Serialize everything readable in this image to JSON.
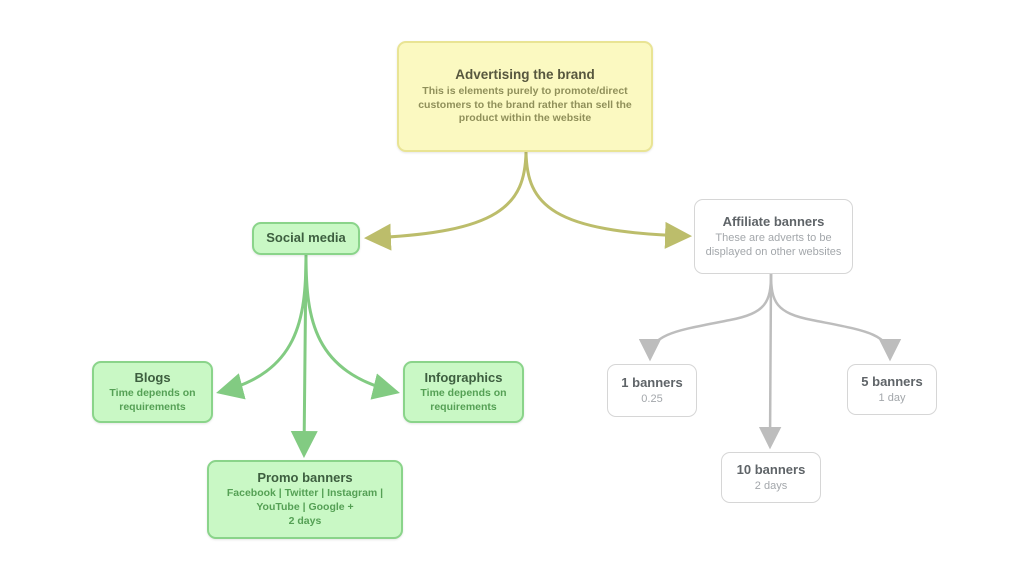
{
  "diagram": {
    "type": "mindmap-flowchart",
    "background": "#ffffff"
  },
  "nodes": {
    "advertising": {
      "title": "Advertising the brand",
      "subtitle": "This is elements purely to promote/direct customers to the brand rather than sell the product within the website"
    },
    "social_media": {
      "title": "Social media"
    },
    "affiliate_banners": {
      "title": "Affiliate banners",
      "subtitle": "These are adverts to be displayed on other websites"
    },
    "blogs": {
      "title": "Blogs",
      "subtitle": "Time depends on requirements"
    },
    "infographics": {
      "title": "Infographics",
      "subtitle": "Time depends on requirements"
    },
    "promo_banners": {
      "title": "Promo banners",
      "subtitle": "Facebook | Twitter | Instagram | YouTube | Google +",
      "duration": "2 days"
    },
    "banners_1": {
      "title": "1 banners",
      "subtitle": "0.25"
    },
    "banners_10": {
      "title": "10 banners",
      "subtitle": "2 days"
    },
    "banners_5": {
      "title": "5 banners",
      "subtitle": "1 day"
    }
  },
  "colors": {
    "yellow_node_fill": "#fbf9c1",
    "yellow_node_border": "#e9e494",
    "green_node_fill": "#c9f8c5",
    "green_node_border": "#8ad48a",
    "gray_node_border": "#d6d6d6",
    "olive_connector": "#bcbd6b",
    "green_connector": "#82cb82",
    "gray_connector": "#bdbdbd"
  }
}
